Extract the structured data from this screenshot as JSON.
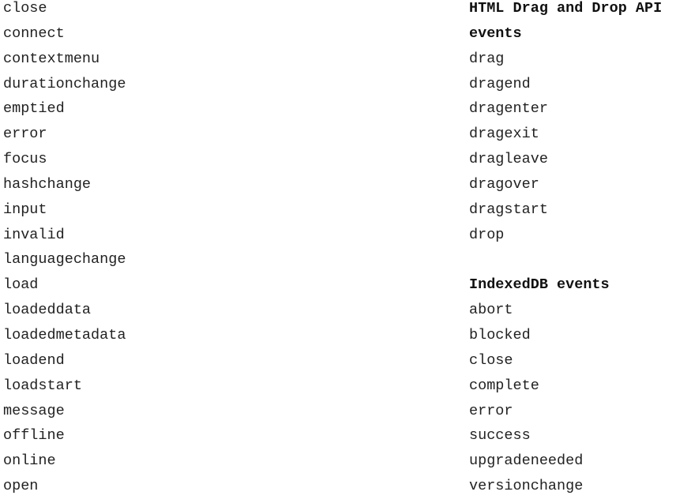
{
  "left_column": {
    "items": [
      "close",
      "connect",
      "contextmenu",
      "durationchange",
      "emptied",
      "error",
      "focus",
      "hashchange",
      "input",
      "invalid",
      "languagechange",
      "load",
      "loadeddata",
      "loadedmetadata",
      "loadend",
      "loadstart",
      "message",
      "offline",
      "online",
      "open"
    ]
  },
  "drag_drop_section": {
    "heading_line1": "HTML Drag and Drop API",
    "heading_line2": "events",
    "items": [
      "drag",
      "dragend",
      "dragenter",
      "dragexit",
      "dragleave",
      "dragover",
      "dragstart",
      "drop"
    ]
  },
  "indexeddb_section": {
    "heading": "IndexedDB events",
    "items": [
      "abort",
      "blocked",
      "close",
      "complete",
      "error",
      "success",
      "upgradeneeded",
      "versionchange"
    ]
  }
}
